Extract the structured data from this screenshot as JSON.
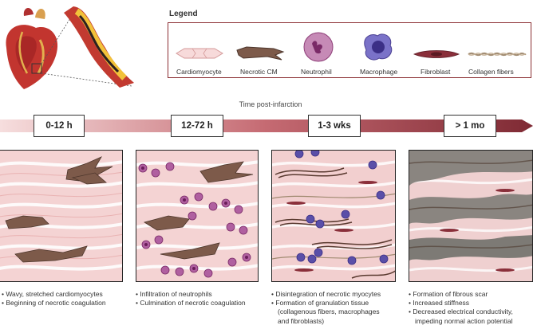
{
  "legend": {
    "title": "Legend",
    "items": [
      {
        "label": "Cardiomyocyte",
        "icon": "cardiomyocyte-icon"
      },
      {
        "label": "Necrotic CM",
        "icon": "necrotic-cm-icon"
      },
      {
        "label": "Neutrophil",
        "icon": "neutrophil-icon"
      },
      {
        "label": "Macrophage",
        "icon": "macrophage-icon"
      },
      {
        "label": "Fibroblast",
        "icon": "fibroblast-icon"
      },
      {
        "label": "Collagen fibers",
        "icon": "collagen-fibers-icon"
      }
    ]
  },
  "timeline": {
    "caption": "Time post-infarction",
    "stages": [
      {
        "label": "0-12 h"
      },
      {
        "label": "12-72 h"
      },
      {
        "label": "1-3 wks"
      },
      {
        "label": "> 1 mo"
      }
    ]
  },
  "panels": [
    {
      "notes": [
        "Wavy, stretched cardiomyocytes",
        "Beginning of necrotic coagulation"
      ]
    },
    {
      "notes": [
        "Infiltration of neutrophils",
        "Culmination of necrotic coagulation"
      ]
    },
    {
      "notes": [
        "Disintegration of necrotic myocytes",
        "Formation of granulation tissue",
        "(collagenous fibers, macrophages",
        "and fibroblasts)"
      ]
    },
    {
      "notes": [
        "Formation of fibrous scar",
        "Increased stiffness",
        "Decreased electrical conductivity,",
        "impeding normal action potential"
      ]
    }
  ],
  "colors": {
    "legend_border": "#8b2f33",
    "timeline_start": "#f6dede",
    "timeline_end": "#7f2a34",
    "cardiomyocyte": "#f7dada",
    "necrotic": "#7d5a4a",
    "neutrophil": "#a54a8f",
    "macrophage": "#5a4fa8",
    "fibroblast": "#8a2f3a",
    "scar": "#8a8580"
  }
}
